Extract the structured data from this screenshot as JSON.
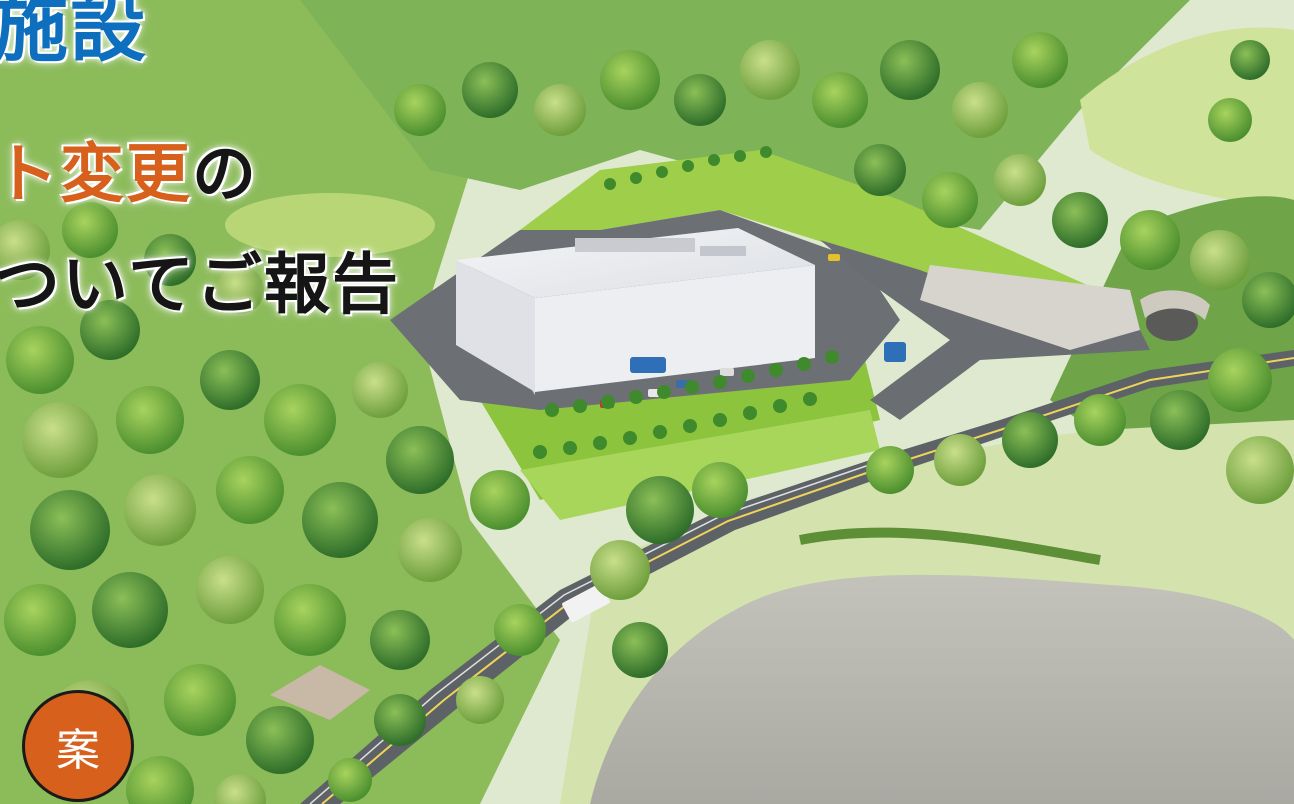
{
  "title": {
    "line1": "施設",
    "line2_orange": "ト変更",
    "line2_dark": "の",
    "line3": "ついてご報告"
  },
  "badge": {
    "label": "案"
  },
  "colors": {
    "title_blue": "#0e6fbe",
    "accent_orange": "#d6601c",
    "text_dark": "#151515",
    "lawn_green": "#9fcf4a",
    "forest_green": "#3f8a2c",
    "pond_gray": "#b3b2aa",
    "road_gray": "#5d6267",
    "building_white": "#eceef2"
  }
}
